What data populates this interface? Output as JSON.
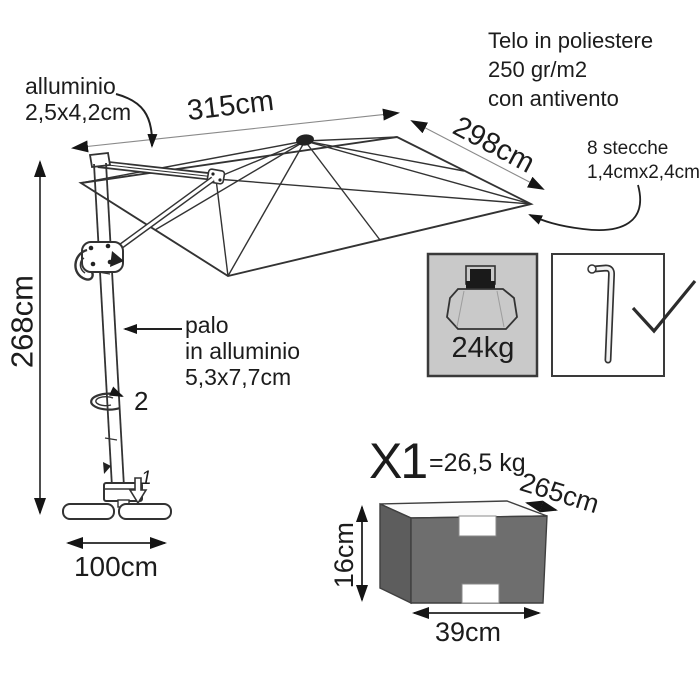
{
  "labels": {
    "fabric": {
      "l1": "Telo in poliestere",
      "l2": "250 gr/m2",
      "l3": "con antivento"
    },
    "arm": {
      "l1": "alluminio",
      "l2": "2,5x4,2cm"
    },
    "ribs": {
      "l1": "8 stecche",
      "l2": "1,4cmx2,4cm"
    },
    "pole": {
      "l1": "palo",
      "l2": "in alluminio",
      "l3": "5,3x7,7cm"
    },
    "dims": {
      "canopy_width": "315cm",
      "canopy_depth": "298cm",
      "pole_height": "268cm",
      "base_width": "100cm",
      "package_length": "265cm",
      "package_height": "16cm",
      "package_width": "39cm"
    },
    "steps": {
      "rotate": "2",
      "pedal": "1"
    },
    "base_weight": "24kg",
    "package": {
      "qty": "X1",
      "weight": "=26,5 kg"
    }
  },
  "colors": {
    "line": "#2e2e2e",
    "dim_line": "#8a8a8a",
    "kit_box_bg": "#c9c9c9",
    "package_front": "#6e6e6e",
    "package_side": "#5d5d5d",
    "package_top": "#fbfbfb"
  }
}
